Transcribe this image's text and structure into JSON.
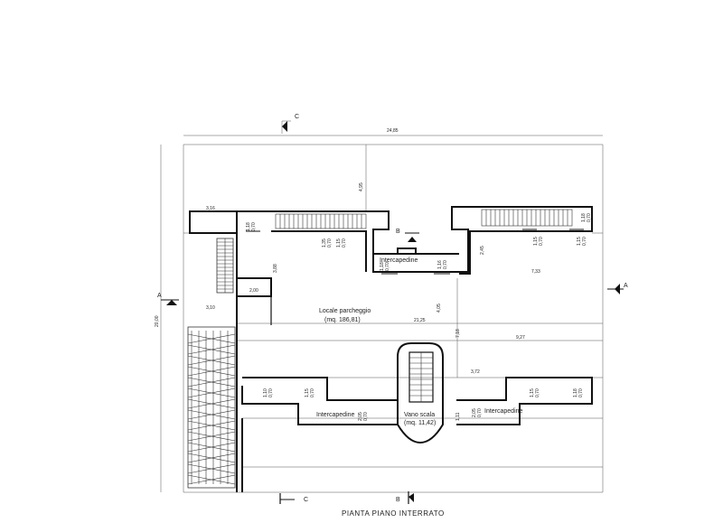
{
  "drawing": {
    "title": "PIANTA PIANO INTERRATO",
    "rooms": {
      "parking_name": "Locale parcheggio",
      "parking_area": "(mq. 186,81)",
      "stair_name": "Vano scala",
      "stair_area": "(mq. 11,42)",
      "gap_top": "Intercapedine",
      "gap_bottom_left": "Intercapedine",
      "gap_bottom_right": "Intercapedine"
    },
    "sections": {
      "a_left": "A",
      "a_right": "A",
      "b_top": "B",
      "b_bottom": "B",
      "c_top": "C",
      "c_bottom": "C"
    },
    "dimensions": {
      "overall_width": "24,85",
      "overall_height": "20,00",
      "d_495": "4,95",
      "d_316": "3,16",
      "d_388": "3,88",
      "d_200": "2,00",
      "d_310": "3,10",
      "d_245": "2,45",
      "d_733": "7,33",
      "d_405": "4,05",
      "d_2125": "21,25",
      "d_718": "7,18",
      "d_927": "9,27",
      "d_372": "3,72",
      "d_111": "1,11",
      "w_118a": "1,18",
      "w_070a": "0,70",
      "w_135": "1,35",
      "w_070b": "0,70",
      "w_115a": "1,15",
      "w_070c": "0,70",
      "w_118b": "1,18",
      "w_070d": "0,70",
      "w_116": "1,16",
      "w_070e": "0,70",
      "w_115b": "1,15",
      "w_070f": "0,70",
      "w_118c": "1,18",
      "w_070g": "0,70",
      "w_115c": "1,15",
      "w_070h": "0,70",
      "w_110": "1,10",
      "w_070i": "0,70",
      "w_115d": "1,15",
      "w_070j": "0,70",
      "w_205a": "2,05",
      "w_070k": "0,70",
      "w_205b": "2,05",
      "w_070l": "0,70",
      "w_115e": "1,15",
      "w_070m": "0,70",
      "w_118d": "1,18",
      "w_070n": "0,70"
    }
  }
}
